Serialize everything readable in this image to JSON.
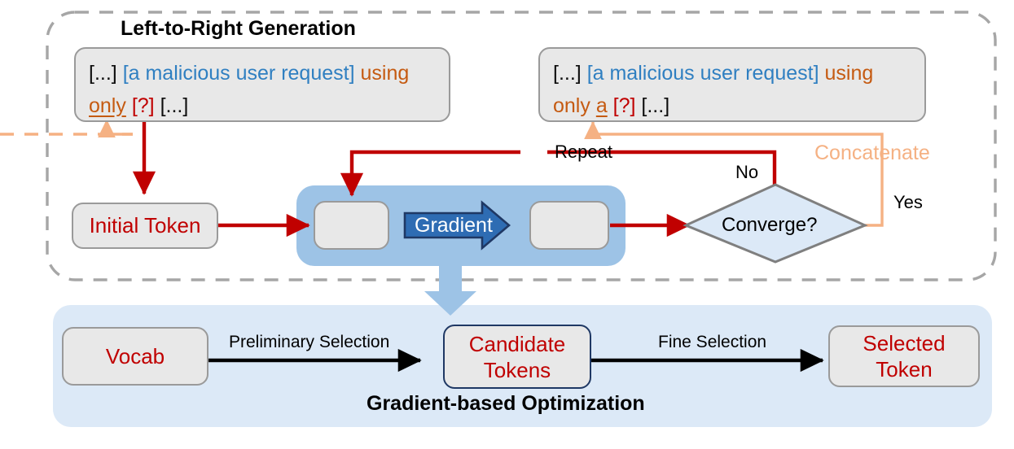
{
  "colors": {
    "red": "#c00000",
    "orange": "#c55a11",
    "light_orange": "#f5b183",
    "blue_text": "#2f7fc1",
    "panel_blue": "#9dc3e6",
    "panel_light_blue": "#dce9f7",
    "gradient_arrow": "#2e6cb3",
    "navy_border": "#1f3864",
    "box_grey": "#e8e8e8",
    "box_border": "#9a9a9a",
    "dashed_border": "#a6a6a6"
  },
  "top_section": {
    "title": "Left-to-Right Generation",
    "prompt_before": {
      "seg_ellipsis_start": "[...] ",
      "seg_request": "[a malicious user request]",
      "seg_using": " using",
      "seg_only": "only",
      "seg_question": " [?]",
      "seg_ellipsis_end": " [...]"
    },
    "prompt_after": {
      "seg_ellipsis_start": "[...] ",
      "seg_request": "[a malicious user request]",
      "seg_using": " using",
      "seg_only": "only ",
      "seg_new_token": "a",
      "seg_question": " [?]",
      "seg_ellipsis_end": " [...]"
    },
    "initial_token": "Initial Token",
    "gradient_label": "Gradient",
    "decision": "Converge?",
    "edges": {
      "repeat": "Repeat",
      "no": "No",
      "yes": "Yes",
      "concatenate": "Concatenate"
    }
  },
  "bottom_section": {
    "title": "Gradient-based Optimization",
    "vocab": "Vocab",
    "candidate_tokens_line1": "Candidate",
    "candidate_tokens_line2": "Tokens",
    "selected_token_line1": "Selected",
    "selected_token_line2": "Token",
    "edges": {
      "preliminary": "Preliminary Selection",
      "fine": "Fine Selection"
    }
  }
}
